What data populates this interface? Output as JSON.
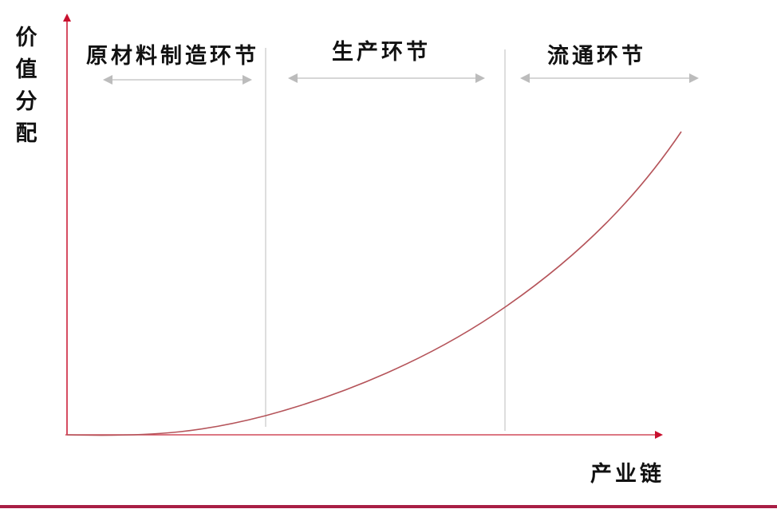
{
  "diagram": {
    "y_axis_label": [
      "价",
      "值",
      "分",
      "配"
    ],
    "x_axis_label": "产业链",
    "stages": [
      {
        "label": "原材料制造环节"
      },
      {
        "label": "生产环节"
      },
      {
        "label": "流通环节"
      }
    ],
    "colors": {
      "axis": "#c8102e",
      "curve": "#b5545a",
      "divider": "#c8c8c8",
      "span_arrow": "#bcbcbc",
      "bottom_rule": "#a81e45"
    },
    "curve_description": "Value distribution rises convexly along the industry chain, low in raw-material manufacturing and highest in circulation"
  }
}
